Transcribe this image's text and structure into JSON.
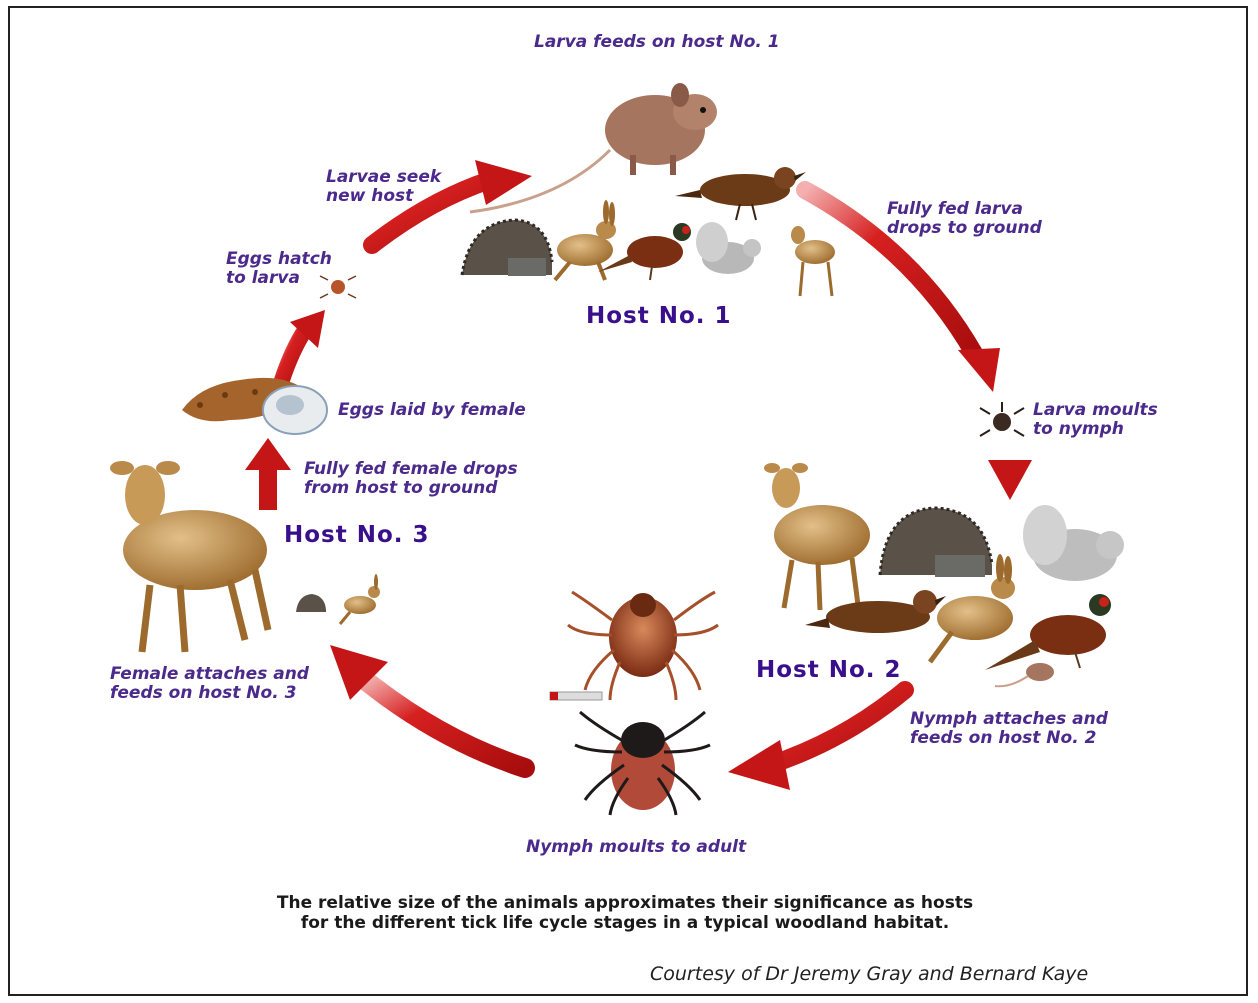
{
  "stages": {
    "larva_feeds": "Larva feeds on host No. 1",
    "larvae_seek": "Larvae seek\nnew host",
    "eggs_hatch": "Eggs hatch\nto larva",
    "fully_fed_larva": "Fully fed larva\n   drops to ground",
    "larva_moults": "Larva moults\nto nymph",
    "eggs_laid": "Eggs laid by female",
    "female_drops": "Fully fed female drops\nfrom host to ground",
    "female_attaches": "Female attaches and\nfeeds on host No. 3",
    "nymph_attaches": "Nymph attaches and\nfeeds on host No. 2",
    "nymph_moults": "Nymph moults to adult"
  },
  "hosts": {
    "host1": "Host No. 1",
    "host2": "Host No. 2",
    "host3": "Host No. 3"
  },
  "caption_line1": "The relative size of the animals approximates their significance as hosts",
  "caption_line2": "for the different tick life cycle stages in a typical woodland habitat.",
  "credit": "Courtesy of Dr Jeremy Gray and Bernard Kaye",
  "colors": {
    "label": "#4b2a8c",
    "host_label": "#3a0f8c",
    "arrow": "#c41616",
    "tick_body": "#8a3c1c",
    "animal_fur": "#b98a4a"
  }
}
